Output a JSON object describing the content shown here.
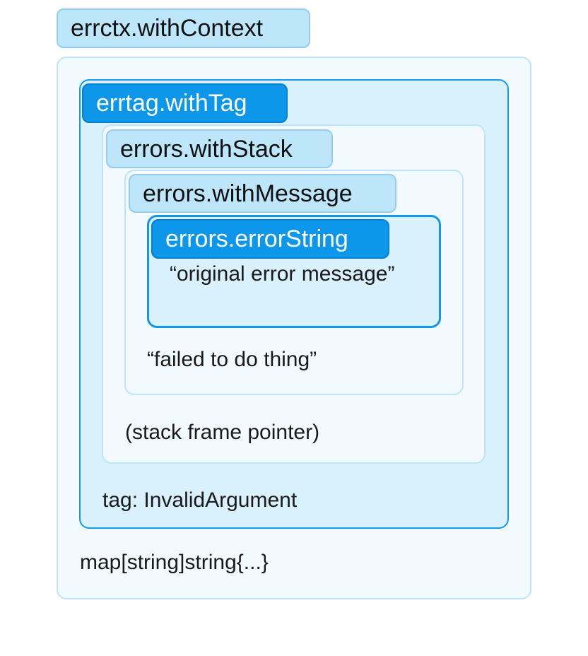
{
  "diagram": {
    "with_context": {
      "label": "errctx.withContext",
      "content": "map[string]string{...}"
    },
    "with_tag": {
      "label": "errtag.withTag",
      "content": "tag: InvalidArgument"
    },
    "with_stack": {
      "label": "errors.withStack",
      "content": "(stack frame pointer)"
    },
    "with_message": {
      "label": "errors.withMessage",
      "content": "“failed to do thing”"
    },
    "error_string": {
      "label": "errors.errorString",
      "content": "“original error message”"
    }
  },
  "colors": {
    "light_fill": "#f3faff",
    "light_border": "#bfe4f8",
    "medium_fill": "#d9f1fd",
    "accent": "#0c97ea",
    "tab_light": "#bde6fb"
  }
}
